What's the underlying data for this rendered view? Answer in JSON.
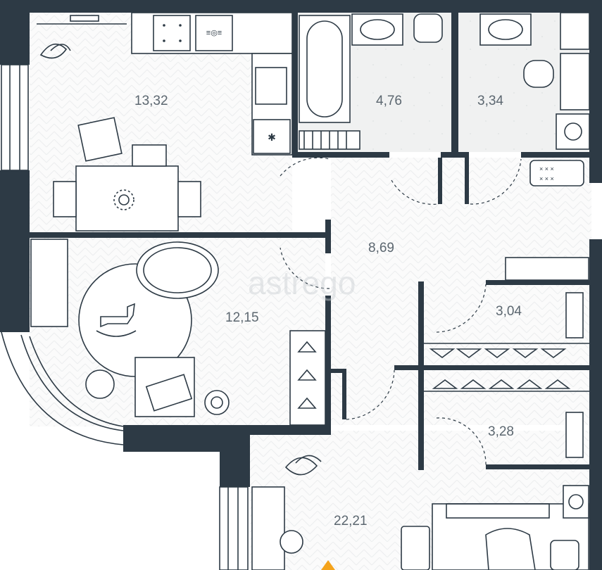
{
  "plan": {
    "rooms": [
      {
        "id": "kitchen",
        "area": "13,32"
      },
      {
        "id": "bathroom",
        "area": "4,76"
      },
      {
        "id": "toilet",
        "area": "3,34"
      },
      {
        "id": "hallway",
        "area": "8,69"
      },
      {
        "id": "kids-room",
        "area": "12,15"
      },
      {
        "id": "wardrobe-upper",
        "area": "3,04"
      },
      {
        "id": "wardrobe-lower",
        "area": "3,28"
      },
      {
        "id": "bedroom",
        "area": "22,21"
      }
    ],
    "watermark": "astrego"
  },
  "colors": {
    "wall": "#2d3a45",
    "floor_light": "#f7f8f8",
    "floor_tile": "#eef0f0",
    "accent": "#f4a31c"
  }
}
